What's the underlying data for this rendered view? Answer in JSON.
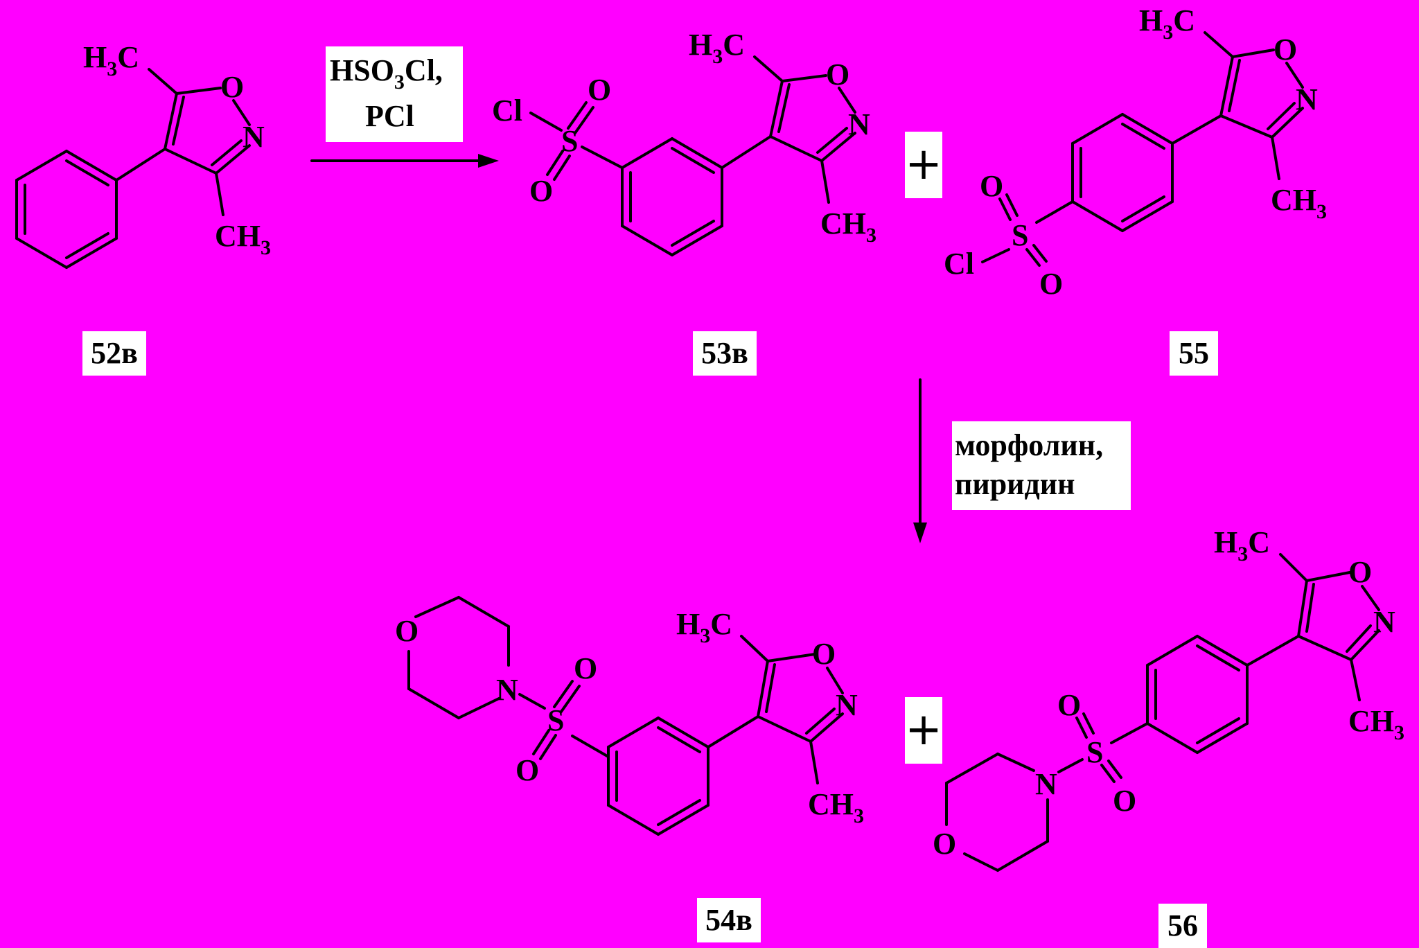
{
  "colors": {
    "background": "#ff00ff",
    "ink": "#000000",
    "label_box": "#ffffff"
  },
  "reaction1": {
    "reagent_line1_main": "HSO",
    "reagent_line1_sub": "3",
    "reagent_line1_tail": "Cl,",
    "reagent_line2": "PCl"
  },
  "reaction2": {
    "reagent_line1": "морфолин,",
    "reagent_line2": "пиридин"
  },
  "plus_sign": "+",
  "atoms": {
    "o": "O",
    "n": "N",
    "s": "S",
    "cl": "Cl",
    "c": "C",
    "h": "H",
    "sub3": "3"
  },
  "compounds": {
    "c52v": {
      "label": "52в"
    },
    "c53v": {
      "label": "53в"
    },
    "c55": {
      "label": "55"
    },
    "c54v": {
      "label": "54в"
    },
    "c56": {
      "label": "56"
    }
  }
}
